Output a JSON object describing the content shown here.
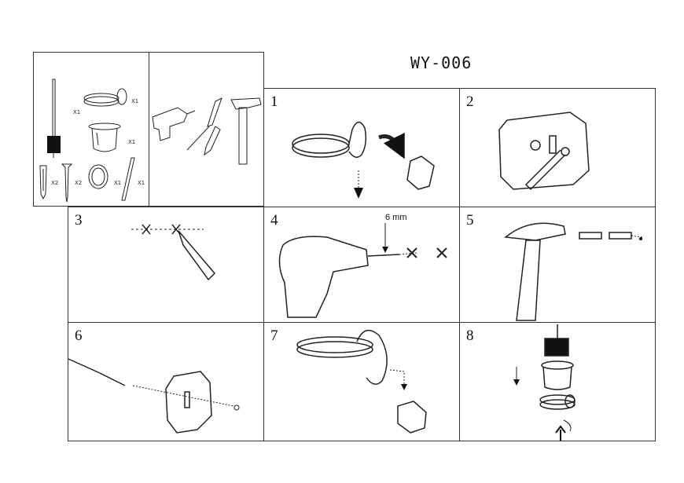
{
  "title": "WY-006",
  "parts": {
    "brush_qty": "X1",
    "holder_ring_qty": "X1",
    "cup_qty": "X1",
    "anchor_qty": "X2",
    "screw_qty": "X2",
    "ring_qty": "X1",
    "key_qty": "X1"
  },
  "steps": [
    "1",
    "2",
    "3",
    "4",
    "5",
    "6",
    "7",
    "8"
  ],
  "drill_size": "6 mm"
}
